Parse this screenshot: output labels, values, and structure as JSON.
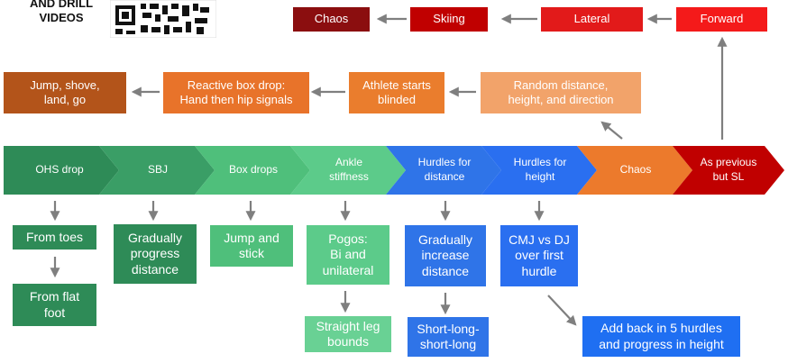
{
  "header": {
    "title_line1": "AND DRILL",
    "title_line2": "VIDEOS"
  },
  "colors": {
    "dark_red": "#8b0e0f",
    "mid_red": "#c00000",
    "red": "#e71a1a",
    "brown": "#b3541a",
    "orange": "#e8732a",
    "peach": "#f2a36a",
    "green_dark": "#2e8b57",
    "green_mid": "#3aa76a",
    "green_light": "#53c27e",
    "blue": "#2f74e8",
    "blue_bright": "#1f6ff2",
    "arrow": "#7f7f7f"
  },
  "top_row": {
    "chaos": "Chaos",
    "skiing": "Skiing",
    "lateral": "Lateral",
    "forward": "Forward"
  },
  "second_row": {
    "jump_line1": "Jump, shove,",
    "jump_line2": "land, go",
    "reactive_line1": "Reactive box drop:",
    "reactive_line2": "Hand then hip signals",
    "blinded_line1": "Athlete starts",
    "blinded_line2": "blinded",
    "random_line1": "Random distance,",
    "random_line2": "height, and direction"
  },
  "chevrons": [
    {
      "l1": "OHS drop",
      "l2": ""
    },
    {
      "l1": "SBJ",
      "l2": ""
    },
    {
      "l1": "Box drops",
      "l2": ""
    },
    {
      "l1": "Ankle",
      "l2": "stiffness"
    },
    {
      "l1": "Hurdles for",
      "l2": "distance"
    },
    {
      "l1": "Hurdles for",
      "l2": "height"
    },
    {
      "l1": "Chaos",
      "l2": ""
    },
    {
      "l1": "As previous",
      "l2": "but SL"
    }
  ],
  "sub": {
    "from_toes": "From toes",
    "from_flat_l1": "From flat",
    "from_flat_l2": "foot",
    "grad_l1": "Gradually",
    "grad_l2": "progress",
    "grad_l3": "distance",
    "jump_stick_l1": "Jump and",
    "jump_stick_l2": "stick",
    "pogos_l1": "Pogos:",
    "pogos_l2": "Bi and",
    "pogos_l3": "unilateral",
    "straight_l1": "Straight leg",
    "straight_l2": "bounds",
    "gradinc_l1": "Gradually",
    "gradinc_l2": "increase",
    "gradinc_l3": "distance",
    "short_l1": "Short-long-",
    "short_l2": "short-long",
    "cmj_l1": "CMJ vs DJ",
    "cmj_l2": "over first",
    "cmj_l3": "hurdle",
    "addback_l1": "Add back in 5 hurdles",
    "addback_l2": "and progress in height"
  }
}
